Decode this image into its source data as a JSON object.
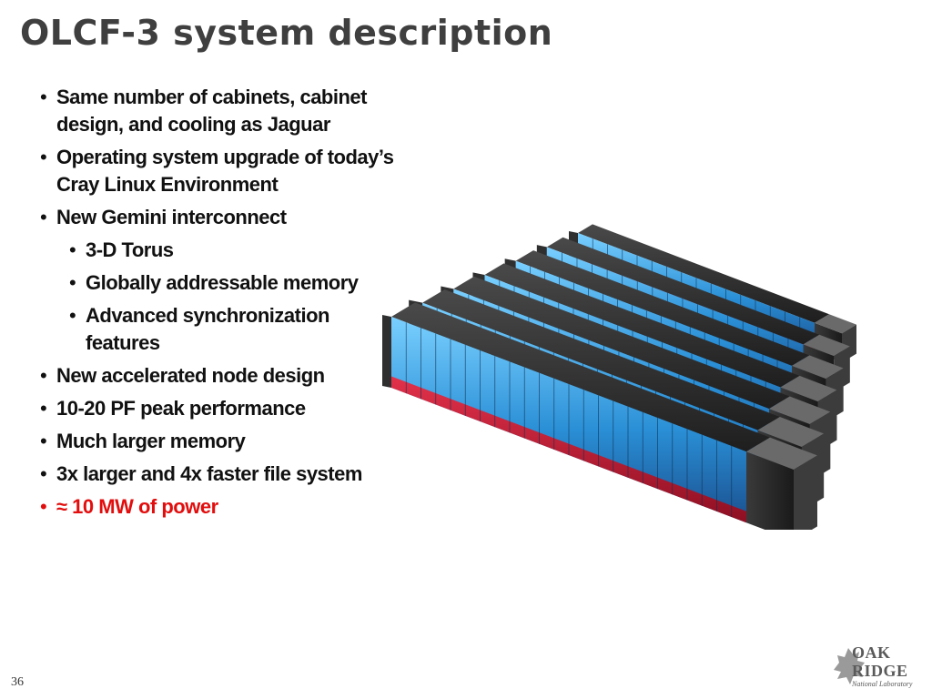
{
  "slide": {
    "title": "OLCF-3 system description",
    "page_number": "36",
    "bullets": [
      {
        "text": "Same number of cabinets, cabinet design, and cooling as Jaguar",
        "level": 1
      },
      {
        "text": "Operating system upgrade of today’s Cray Linux Environment",
        "level": 1
      },
      {
        "text": "New Gemini interconnect",
        "level": 1
      },
      {
        "text": "3-D Torus",
        "level": 2
      },
      {
        "text": "Globally addressable memory",
        "level": 2
      },
      {
        "text": "Advanced synchronization features",
        "level": 2
      },
      {
        "text": "New accelerated node design",
        "level": 1
      },
      {
        "text": "10-20 PF peak performance",
        "level": 1
      },
      {
        "text": "Much larger memory",
        "level": 1
      },
      {
        "text": "3x larger and 4x faster file system",
        "level": 1
      },
      {
        "text": "≈ 10 MW of power",
        "level": 1,
        "highlight": true
      }
    ],
    "logo": {
      "line1": "OAK",
      "line2": "RIDGE",
      "line3": "National Laboratory"
    }
  },
  "colors": {
    "title": "#3f3f3f",
    "bullet_text": "#111111",
    "highlight": "#e20d0d",
    "cabinet_blue": "#2e9be0",
    "cabinet_dark": "#2b2b2b",
    "cabinet_red": "#c8102e"
  },
  "icons": [
    "supercomputer-cabinets-image",
    "oak-leaf-logo-icon"
  ]
}
